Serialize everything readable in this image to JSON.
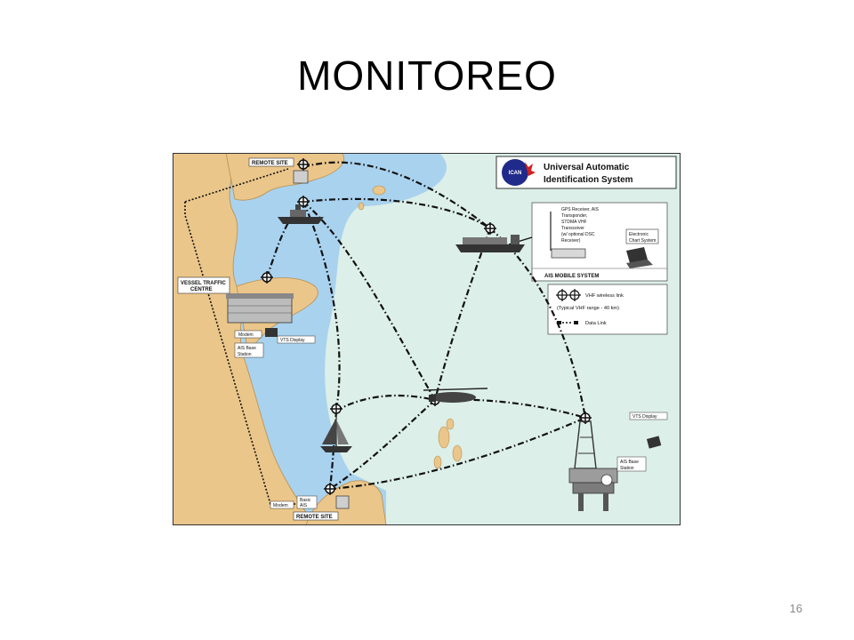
{
  "slide": {
    "title": "MONITOREO",
    "page_number": "16"
  },
  "diagram": {
    "header": {
      "logo_text": "ICAN",
      "title_line1": "Universal Automatic",
      "title_line2": "Identification System"
    },
    "labels": {
      "remote_site_top": "REMOTE SITE",
      "remote_site_bottom": "REMOTE SITE",
      "vessel_traffic_centre_1": "VESSEL TRAFFIC",
      "vessel_traffic_centre_2": "CENTRE",
      "modem_top": "Modem",
      "ais_base_station_left_1": "AIS Base",
      "ais_base_station_left_2": "Station",
      "vts_display_left": "VTS Display",
      "modem_bottom": "Modem",
      "basic_ais_1": "Basic",
      "basic_ais_2": "AIS",
      "vts_display_right": "VTS Display",
      "ais_base_station_right_1": "AIS Base",
      "ais_base_station_right_2": "Station"
    },
    "mobile_system": {
      "desc_line1": "GPS Receiver, AIS",
      "desc_line2": "Transponder,",
      "desc_line3": "STDMA VHF",
      "desc_line4": "Transceiver",
      "desc_line5": "(w/ optional DSC",
      "desc_line6": "Receiver)",
      "chart_line1": "Electronic",
      "chart_line2": "Chart System",
      "caption": "AIS MOBILE SYSTEM"
    },
    "legend": {
      "vhf_line1": "VHF wireless link",
      "vhf_line2": "(Typical VHF range - 40 km)",
      "data_link": "Data Link"
    },
    "colors": {
      "land": "#ebc68a",
      "sea_shallow": "#a9d2ee",
      "sea_deep": "#dcefe8",
      "frame": "#333333"
    }
  }
}
